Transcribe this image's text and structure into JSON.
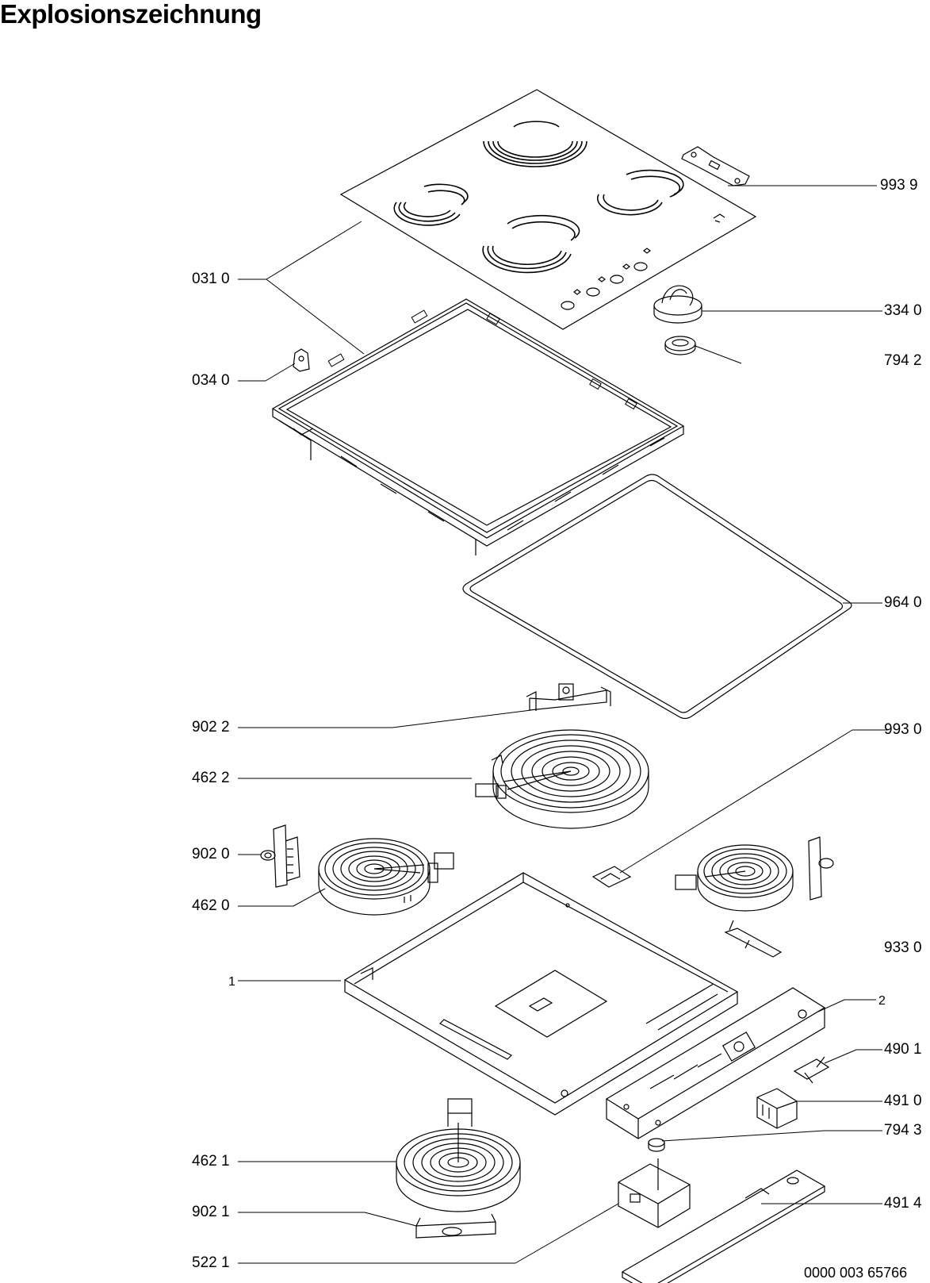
{
  "title": "Explosionszeichnung",
  "footer_code": "0000 003 65766",
  "labels": {
    "p9939": "993 9",
    "p0310": "031 0",
    "p3340": "334 0",
    "p7942": "794 2",
    "p0340": "034 0",
    "p9640": "964 0",
    "p9022": "902 2",
    "p9930": "993 0",
    "p4622": "462 2",
    "p9020": "902 0",
    "p4620": "462 0",
    "p9330": "933 0",
    "p1": "1",
    "p2": "2",
    "p4901": "490 1",
    "p4910": "491 0",
    "p7943": "794 3",
    "p4621": "462 1",
    "p4914": "491 4",
    "p9021": "902 1",
    "p5221": "522 1"
  }
}
